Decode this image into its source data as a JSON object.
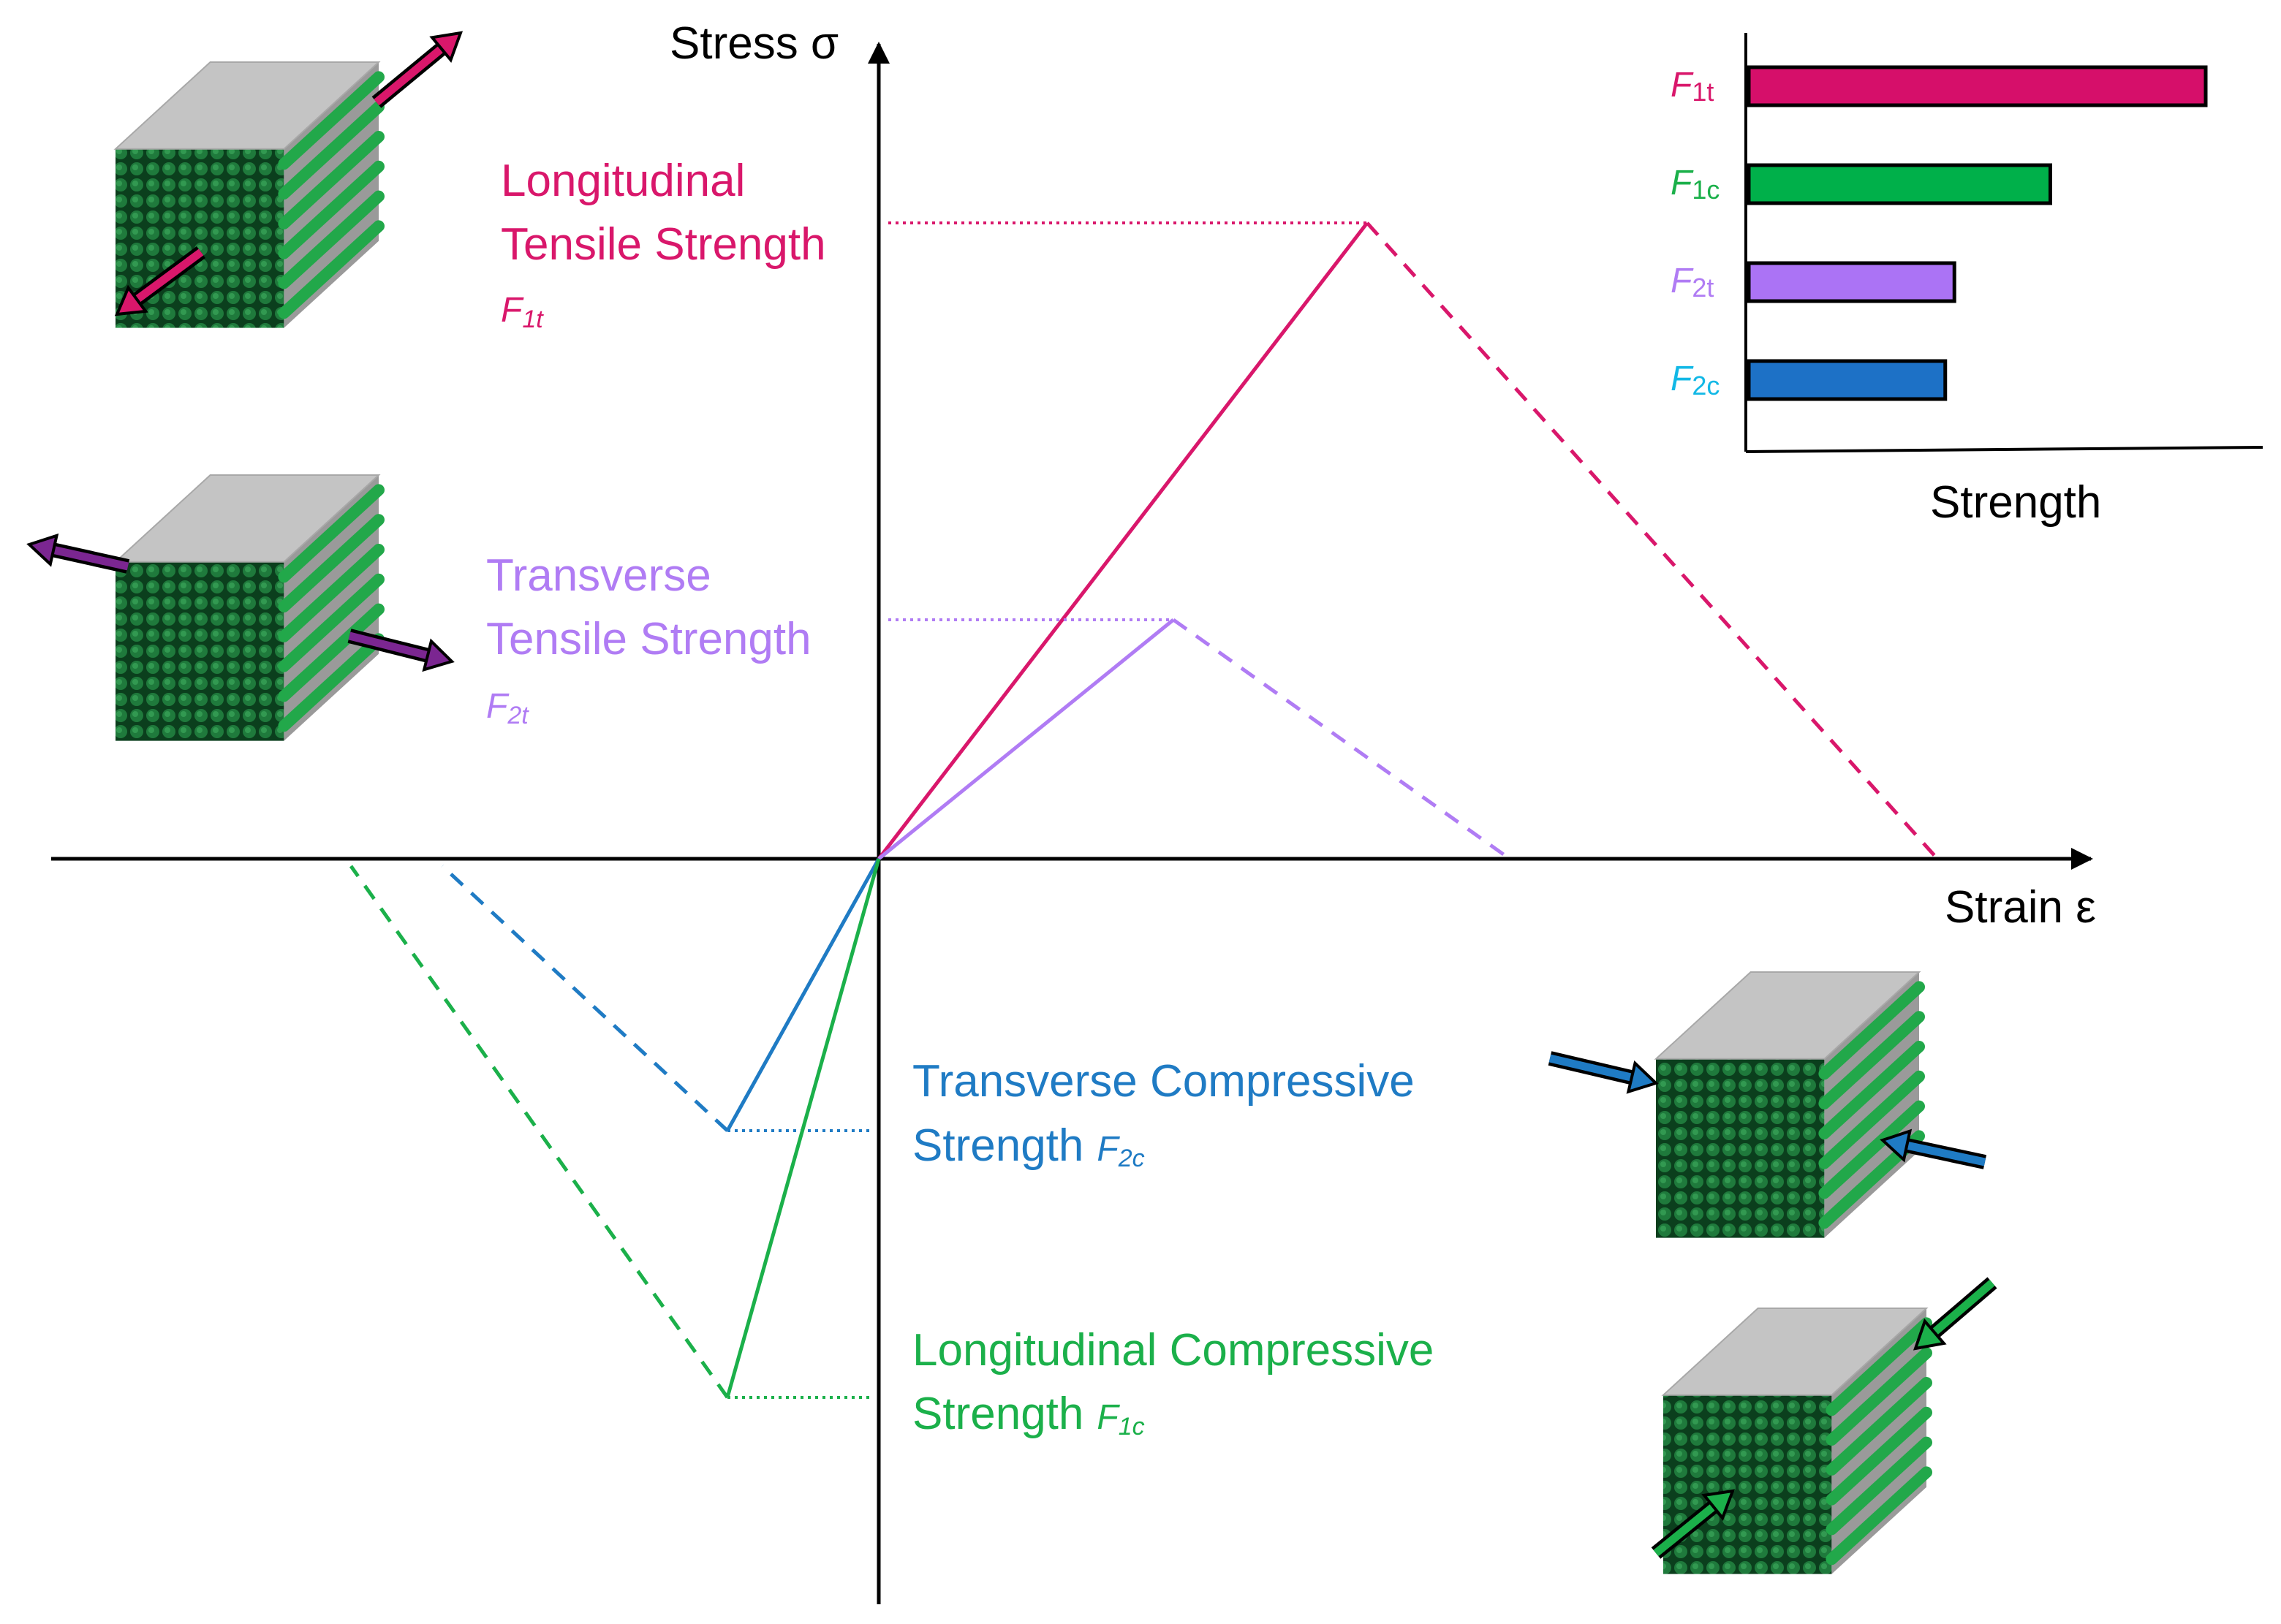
{
  "colors": {
    "axis": "#000000",
    "longitudinal_tensile": "#d9176b",
    "transverse_tensile": "#b07cf4",
    "transverse_compressive": "#1f7bc4",
    "longitudinal_compressive": "#1bb04a",
    "f2c_label": "#12b8e6",
    "fiber_dark": "#0d4d24",
    "fiber_light": "#22a84a",
    "cube_top": "#c4c4c4"
  },
  "axes": {
    "y_label": "Stress σ",
    "x_label": "Strain ε"
  },
  "labels": {
    "longitudinal_tensile": {
      "line1": "Longitudinal",
      "line2": "Tensile Strength",
      "symbol": "F",
      "sub": "1t"
    },
    "transverse_tensile": {
      "line1": "Transverse",
      "line2": "Tensile Strength",
      "symbol": "F",
      "sub": "2t"
    },
    "transverse_compressive": {
      "line1": "Transverse Compressive",
      "line2": "Strength",
      "symbol": "F",
      "sub": "2c"
    },
    "longitudinal_compressive": {
      "line1": "Longitudinal Compressive",
      "line2": "Strength",
      "symbol": "F",
      "sub": "1c"
    }
  },
  "inset_chart": {
    "xlabel": "Strength",
    "bars": [
      {
        "symbol": "F",
        "sub": "1t",
        "value": 1.0,
        "color": "#d60f6a",
        "label_color": "#d9176b"
      },
      {
        "symbol": "F",
        "sub": "1c",
        "value": 0.66,
        "color": "#00b04a",
        "label_color": "#1bb04a"
      },
      {
        "symbol": "F",
        "sub": "2t",
        "value": 0.45,
        "color": "#ab73f5",
        "label_color": "#b07cf4"
      },
      {
        "symbol": "F",
        "sub": "2c",
        "value": 0.43,
        "color": "#1d71c6",
        "label_color": "#12b8e6"
      }
    ]
  },
  "cubes": [
    {
      "name": "cube-longitudinal-tension",
      "arrow_color": "#d9176b",
      "icon": "longitudinal-tension-arrows"
    },
    {
      "name": "cube-transverse-tension",
      "arrow_color": "#7b2691",
      "icon": "transverse-tension-arrows"
    },
    {
      "name": "cube-transverse-compression",
      "arrow_color": "#1f7bc4",
      "icon": "transverse-compression-arrows"
    },
    {
      "name": "cube-longitudinal-compression",
      "arrow_color": "#1bb04a",
      "icon": "longitudinal-compression-arrows"
    }
  ]
}
